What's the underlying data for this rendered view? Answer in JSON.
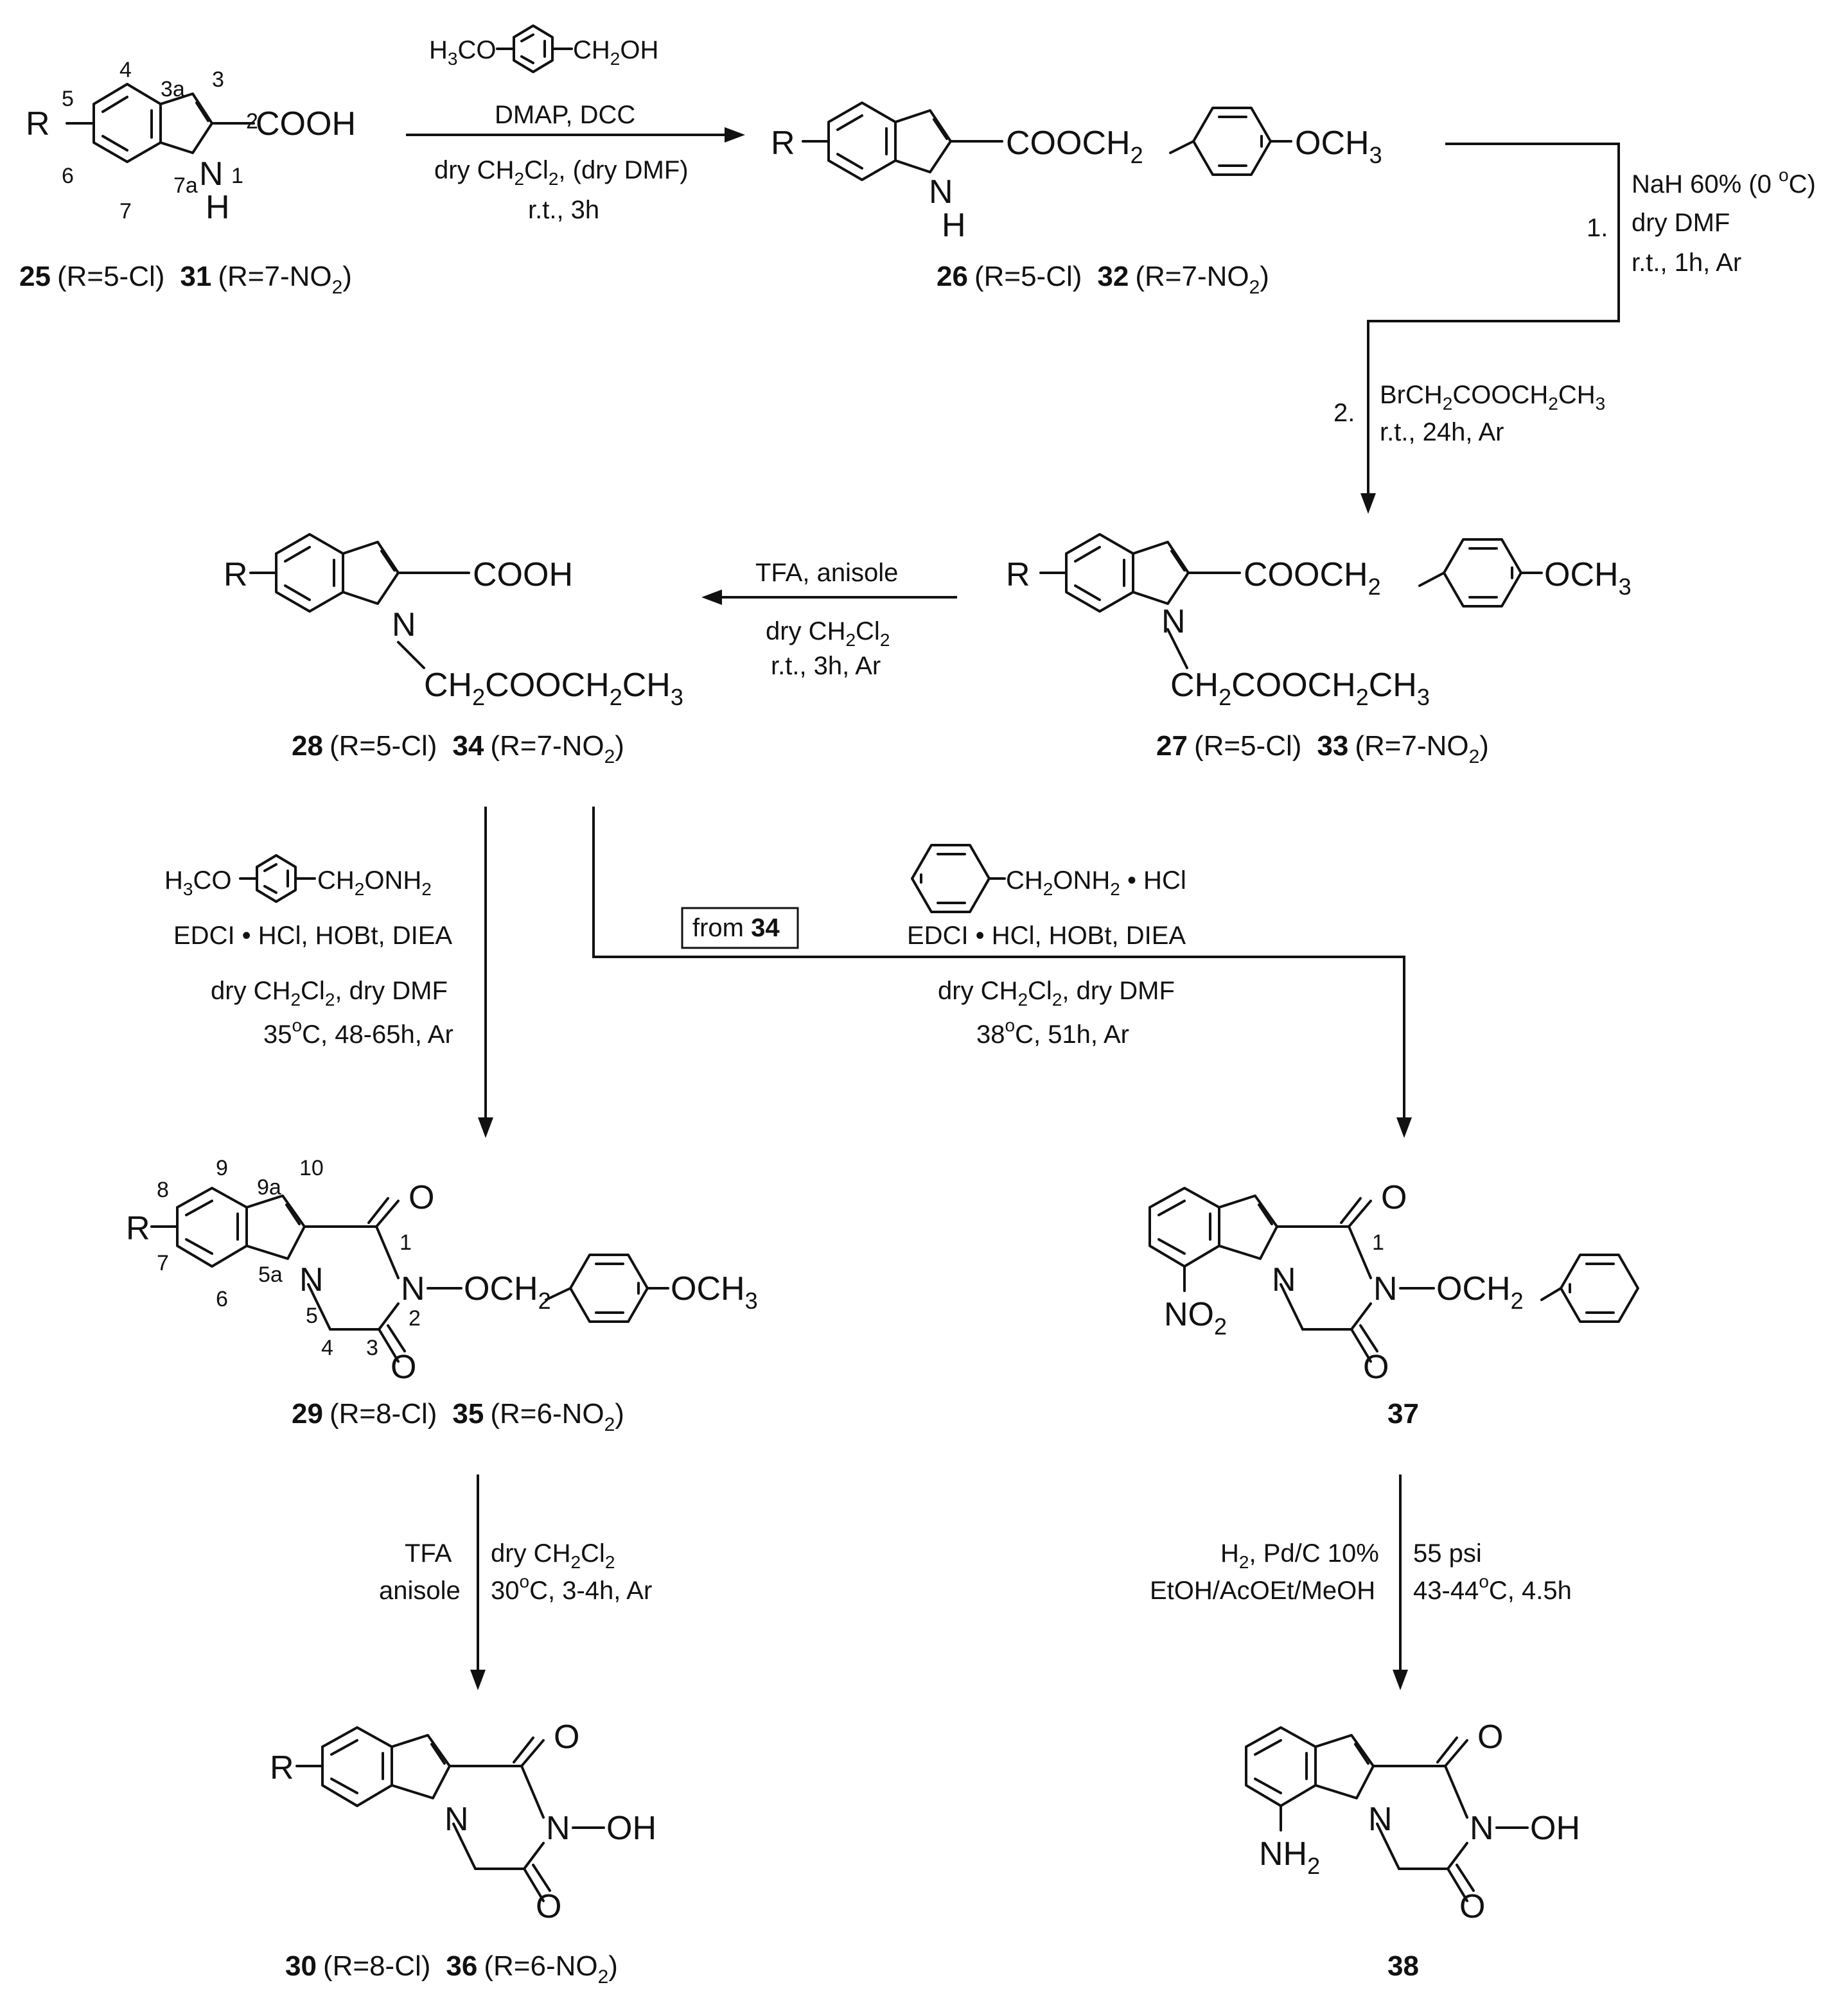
{
  "compounds": {
    "c25": {
      "id": "25",
      "r": "(R=5-Cl)",
      "id2": "31",
      "r2": "(R=7-NO",
      "sub": "2",
      "end": ")"
    },
    "c26": {
      "id": "26",
      "r": "(R=5-Cl)",
      "id2": "32",
      "r2": "(R=7-NO",
      "sub": "2",
      "end": ")"
    },
    "c27": {
      "id": "27",
      "r": "(R=5-Cl)",
      "id2": "33",
      "r2": "(R=7-NO",
      "sub": "2",
      "end": ")"
    },
    "c28": {
      "id": "28",
      "r": "(R=5-Cl)",
      "id2": "34",
      "r2": "(R=7-NO",
      "sub": "2",
      "end": ")"
    },
    "c29": {
      "id": "29",
      "r": "(R=8-Cl)",
      "id2": "35",
      "r2": "(R=6-NO",
      "sub": "2",
      "end": ")"
    },
    "c30": {
      "id": "30",
      "r": "(R=8-Cl)",
      "id2": "36",
      "r2": "(R=6-NO",
      "sub": "2",
      "end": ")"
    },
    "c37": {
      "id": "37"
    },
    "c38": {
      "id": "38"
    }
  },
  "groups": {
    "R": "R",
    "COOH": "COOH",
    "NH": "N",
    "H": "H",
    "N": "N",
    "O": "O",
    "OH": "OH",
    "coo": "COOCH",
    "och3": "OCH",
    "three": "3",
    "two": "2",
    "ch2cooet": "CH",
    "cooet_tail": "COOCH",
    "ch3": "CH",
    "och2": "OCH",
    "no2": "NO",
    "nh2": "NH"
  },
  "atom_numbers": {
    "n1": "1",
    "n2": "2",
    "n3": "3",
    "n3a": "3a",
    "n4": "4",
    "n5": "5",
    "n6": "6",
    "n7": "7",
    "n7a": "7a",
    "t1": "1",
    "t2": "2",
    "t3": "3",
    "t4": "4",
    "t5": "5",
    "t5a": "5a",
    "t6": "6",
    "t7": "7",
    "t8": "8",
    "t9": "9",
    "t9a": "9a",
    "t10": "10"
  },
  "conditions": {
    "step1": {
      "reagent_left": "H",
      "reagent_left_sub": "3",
      "reagent_left_end": "CO",
      "reagent_right": "CH",
      "reagent_right_sub": "2",
      "reagent_right_end": "OH",
      "line2": "DMAP,  DCC",
      "line3_a": "dry CH",
      "line3_sub1": "2",
      "line3_b": "Cl",
      "line3_sub2": "2",
      "line3_c": ", (dry DMF)",
      "line4": "r.t., 3h"
    },
    "step2": {
      "num1": "1.",
      "a1": "NaH 60% (0 ",
      "a1_sup": "o",
      "a1_end": "C)",
      "a2": "dry DMF",
      "a3": "r.t.,  1h, Ar",
      "num2": "2.",
      "b1_a": "BrCH",
      "b1_sub1": "2",
      "b1_b": "COOCH",
      "b1_sub2": "2",
      "b1_c": "CH",
      "b1_sub3": "3",
      "b2": "r.t., 24h, Ar"
    },
    "step3": {
      "line1": "TFA, anisole",
      "line2_a": "dry CH",
      "line2_sub1": "2",
      "line2_b": "Cl",
      "line2_sub2": "2",
      "line3": "r.t., 3h, Ar"
    },
    "step4": {
      "reagent_left": "H",
      "reagent_left_sub": "3",
      "reagent_left_end": "CO",
      "reagent_right": "CH",
      "reagent_right_sub": "2",
      "reagent_right_end": "ONH",
      "reagent_right_sub2": "2",
      "line2": "EDCI • HCl, HOBt, DIEA",
      "line3_a": "dry CH",
      "line3_sub1": "2",
      "line3_b": "Cl",
      "line3_sub2": "2",
      "line3_c": ", dry DMF",
      "line4_a": "35",
      "line4_sup": "o",
      "line4_b": "C, 48-65h, Ar"
    },
    "step5": {
      "box_a": "from ",
      "box_b": "34",
      "reagent": "CH",
      "reagent_sub": "2",
      "reagent_b": "ONH",
      "reagent_sub2": "2",
      "reagent_c": " • HCl",
      "line2": "EDCI • HCl, HOBt, DIEA",
      "line3_a": "dry CH",
      "line3_sub1": "2",
      "line3_b": "Cl",
      "line3_sub2": "2",
      "line3_c": ", dry DMF",
      "line4_a": "38",
      "line4_sup": "o",
      "line4_b": "C, 51h, Ar"
    },
    "step6": {
      "left1": "TFA",
      "left2": "anisole",
      "right1_a": "dry CH",
      "right1_sub1": "2",
      "right1_b": "Cl",
      "right1_sub2": "2",
      "right2_a": "30",
      "right2_sup": "o",
      "right2_b": "C, 3-4h, Ar"
    },
    "step7": {
      "left1_a": "H",
      "left1_sub": "2",
      "left1_b": ", Pd/C 10%",
      "left2": "EtOH/AcOEt/MeOH",
      "right1": "55 psi",
      "right2_a": "43-44",
      "right2_sup": "o",
      "right2_b": "C, 4.5h"
    }
  }
}
